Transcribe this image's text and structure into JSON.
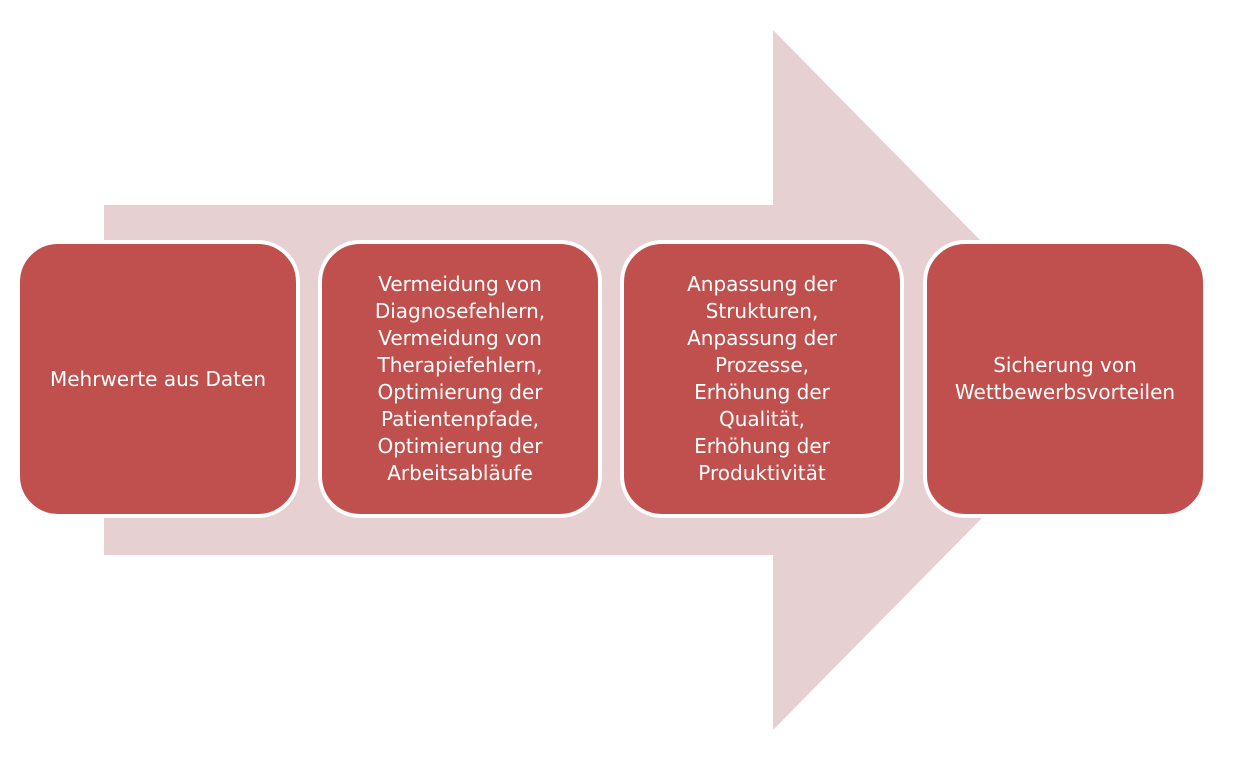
{
  "colors": {
    "arrow": "#e6d0d2",
    "box": "#c0504d",
    "box_border": "#ffffff",
    "text": "#ffffff"
  },
  "steps": [
    {
      "lines": [
        "Mehrwerte aus Daten"
      ]
    },
    {
      "lines": [
        "Vermeidung von",
        "Diagnosefehlern,",
        "Vermeidung von",
        "Therapiefehlern,",
        "Optimierung der",
        "Patientenpfade,",
        "Optimierung der",
        "Arbeitsabläufe"
      ]
    },
    {
      "lines": [
        "Anpassung der",
        "Strukturen,",
        "Anpassung der",
        "Prozesse,",
        "Erhöhung der",
        "Qualität,",
        "Erhöhung der",
        "Produktivität"
      ]
    },
    {
      "lines": [
        "Sicherung von",
        "Wettbewerbsvorteilen"
      ]
    }
  ]
}
